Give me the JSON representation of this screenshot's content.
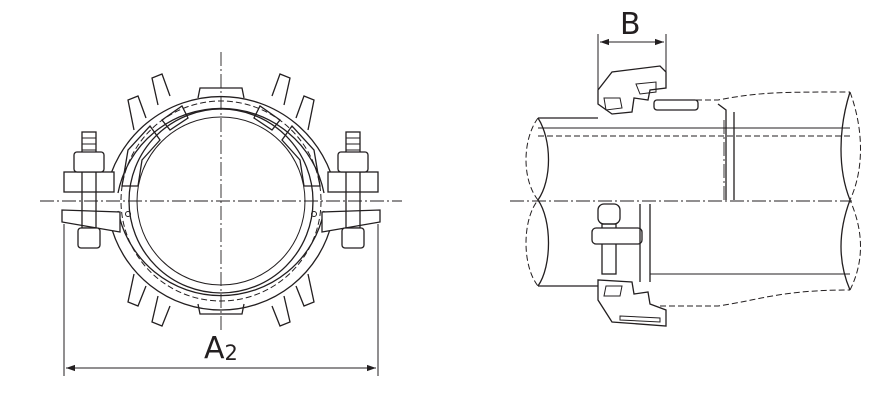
{
  "labels": {
    "dim_a": "A",
    "dim_a_subscript": "2",
    "dim_b": "B"
  }
}
